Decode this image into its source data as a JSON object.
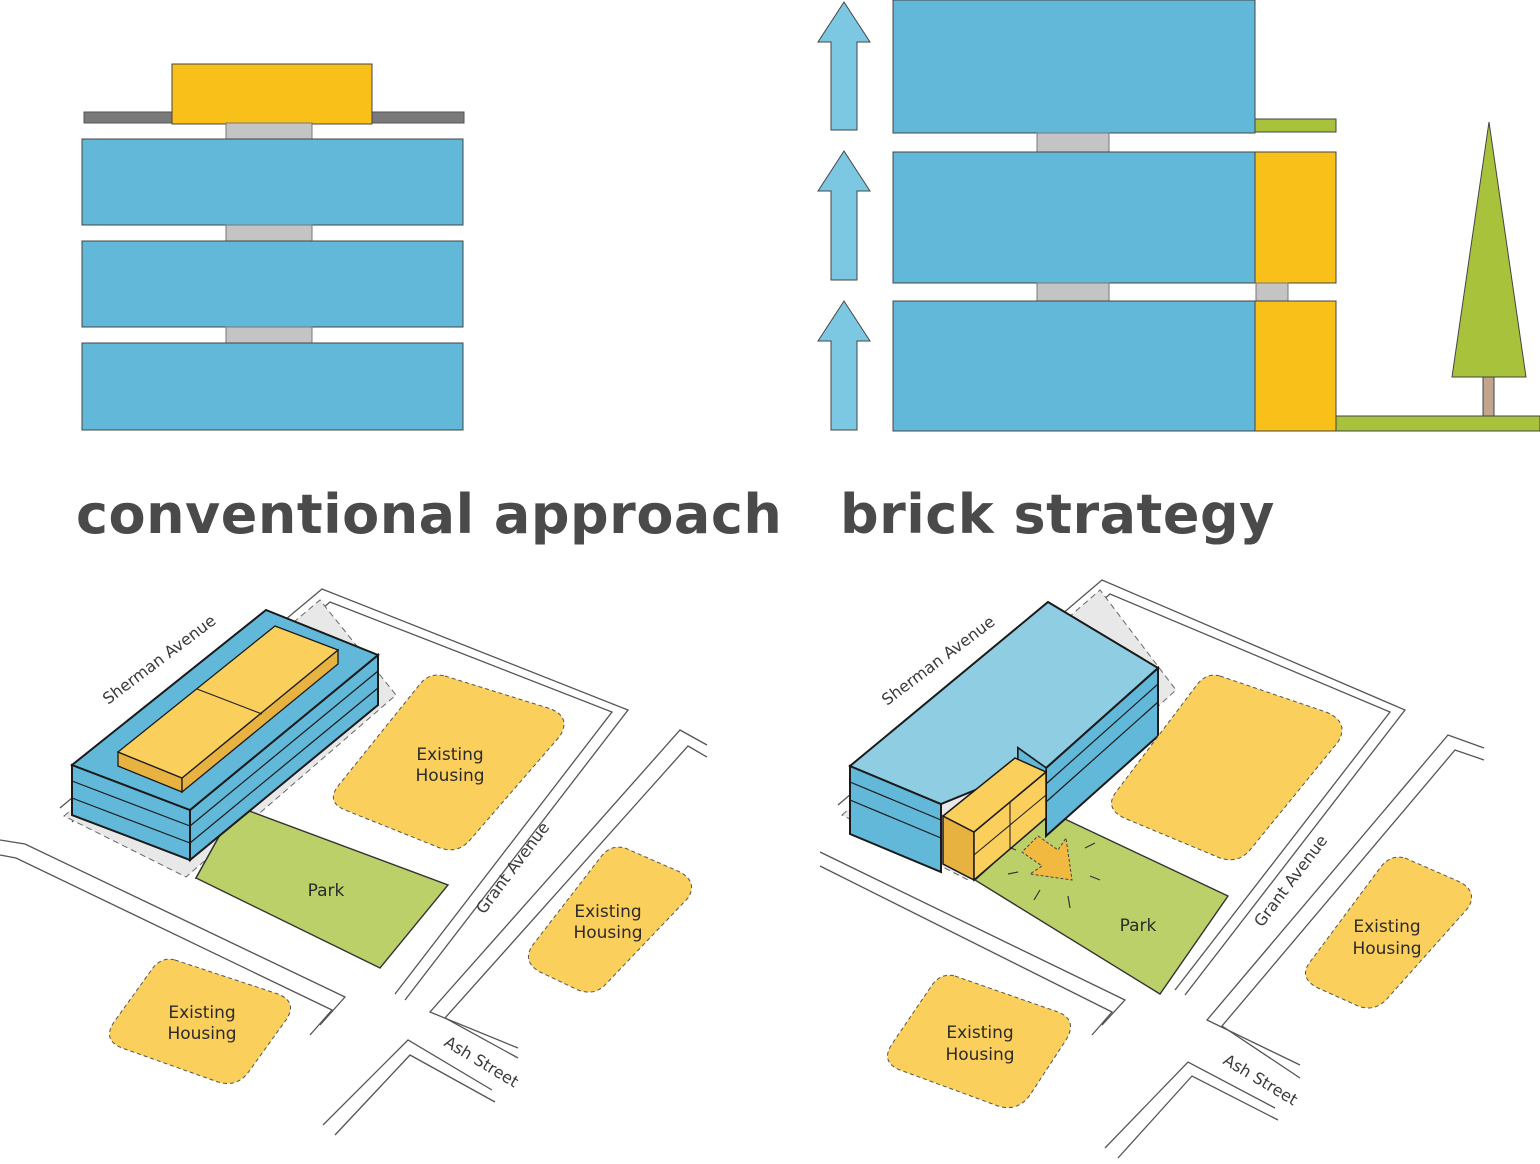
{
  "headings": {
    "left": "conventional approach",
    "right": "brick strategy"
  },
  "left_plan": {
    "streets": {
      "sherman": "Sherman Avenue",
      "grant": "Grant Avenue",
      "ash": "Ash Street"
    },
    "park": "Park",
    "housing": [
      {
        "line1": "Existing",
        "line2": "Housing"
      },
      {
        "line1": "Existing",
        "line2": "Housing"
      },
      {
        "line1": "Existing",
        "line2": "Housing"
      }
    ]
  },
  "right_plan": {
    "streets": {
      "sherman": "Sherman Avenue",
      "grant": "Grant Avenue",
      "ash": "Ash Street"
    },
    "park": "Park",
    "housing": [
      {
        "line1": "Existing",
        "line2": "Housing"
      },
      {
        "line1": "Existing",
        "line2": "Housing"
      }
    ]
  },
  "colors": {
    "building_blue": "#62b8d8",
    "accent_yellow": "#f8c018",
    "housing_yellow": "#fbcf5c",
    "park_green": "#bcd06a",
    "tree_green": "#a8c23c",
    "connector_gray": "#c4c4c4",
    "roof_gray": "#7a7a7a",
    "text_gray": "#4a4a4a"
  }
}
